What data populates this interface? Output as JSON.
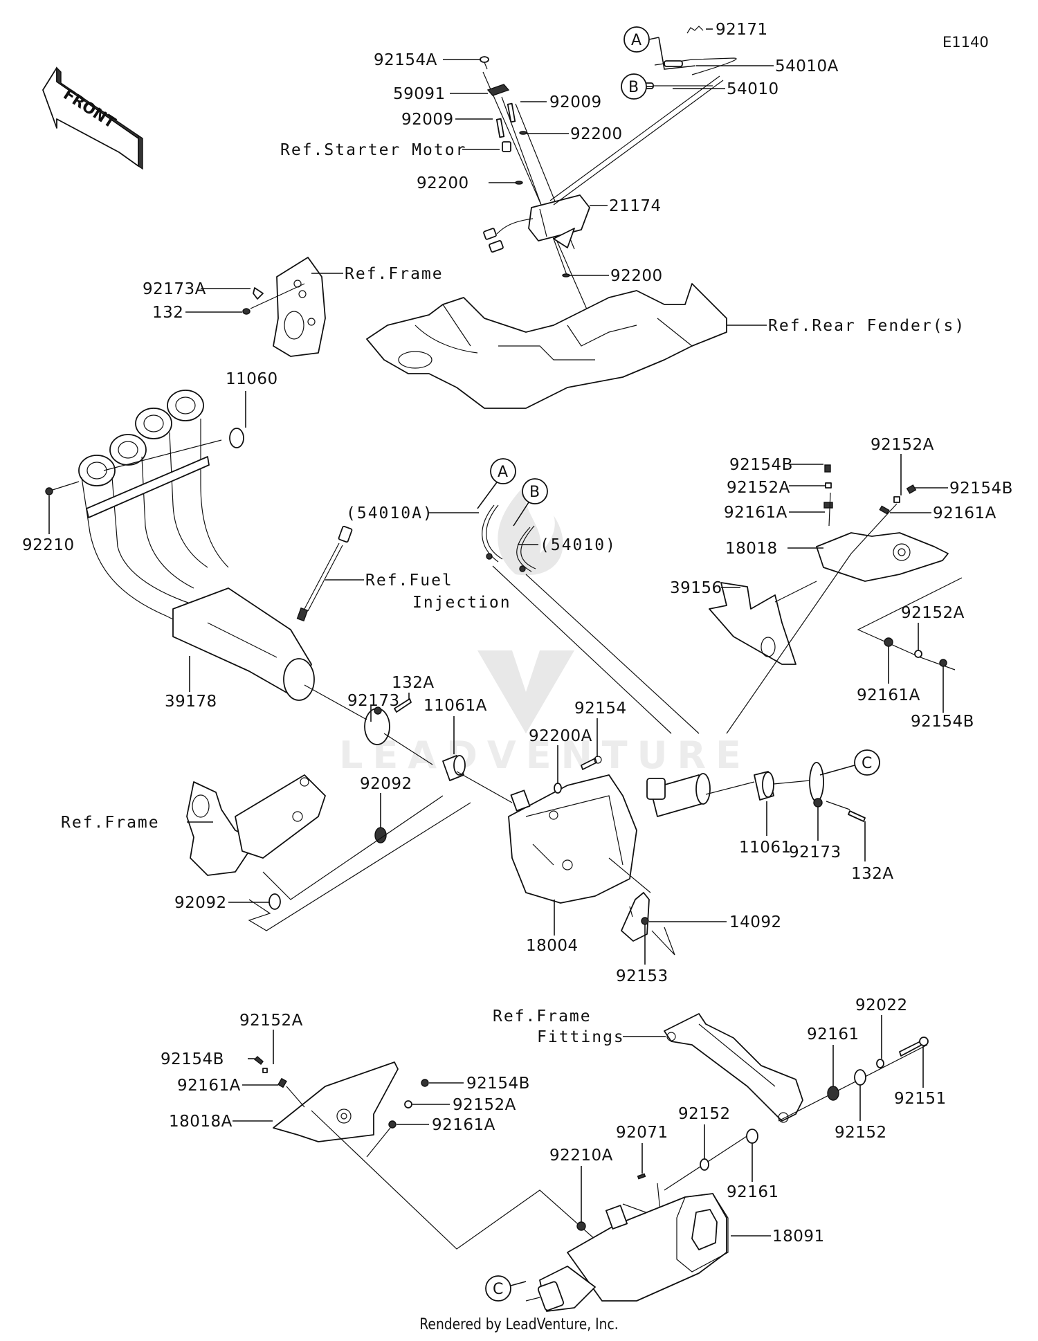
{
  "diagram": {
    "code": "E1140",
    "front_label": "FRONT",
    "footer": "Rendered by LeadVenture, Inc.",
    "watermark": "LEADVENTURE"
  },
  "connectors": {
    "A": "A",
    "B": "B",
    "C": "C"
  },
  "labels": {
    "p92171": "92171",
    "p54010A": "54010A",
    "p54010": "54010",
    "p92154A": "92154A",
    "p59091": "59091",
    "p92009_right": "92009",
    "p92009_left": "92009",
    "p92200_upper_right": "92200",
    "ref_starter_motor": "Ref.Starter Motor",
    "p92200_left": "92200",
    "p21174": "21174",
    "p92200_lower": "92200",
    "ref_frame_top": "Ref.Frame",
    "p92173A": "92173A",
    "p132_top": "132",
    "ref_rear_fender": "Ref.Rear Fender(s)",
    "p11060": "11060",
    "p92210": "92210",
    "p54010A_paren": "(54010A)",
    "p54010_paren": "(54010)",
    "ref_fuel_injection_1": "Ref.Fuel",
    "ref_fuel_injection_2": "Injection",
    "p39178": "39178",
    "p92173_left": "92173",
    "p132A_left": "132A",
    "p11061A": "11061A",
    "p92154B_r1": "92154B",
    "p92152A_r1": "92152A",
    "p92161A_r1": "92161A",
    "p92152A_r2": "92152A",
    "p92154B_r2": "92154B",
    "p92161A_r2": "92161A",
    "p18018": "18018",
    "p39156": "39156",
    "p92152A_r3": "92152A",
    "p92161A_r3": "92161A",
    "p92154B_r3": "92154B",
    "p92154": "92154",
    "p92200A": "92200A",
    "p92092_upper": "92092",
    "ref_frame_mid": "Ref.Frame",
    "p92092_lower": "92092",
    "p18004": "18004",
    "p11061": "11061",
    "p92173_right": "92173",
    "p132A_right": "132A",
    "p14092": "14092",
    "p92153": "92153",
    "p92152A_b1": "92152A",
    "p92154B_b1": "92154B",
    "p92161A_b1": "92161A",
    "p18018A": "18018A",
    "p92154B_b2": "92154B",
    "p92152A_b2": "92152A",
    "p92161A_b2": "92161A",
    "ref_frame_fittings_1": "Ref.Frame",
    "ref_frame_fittings_2": "Fittings",
    "p92022": "92022",
    "p92161_b1": "92161",
    "p92151": "92151",
    "p92152_b1": "92152",
    "p92152_b2": "92152",
    "p92071": "92071",
    "p92210A": "92210A",
    "p92161_b2": "92161",
    "p18091": "18091"
  }
}
